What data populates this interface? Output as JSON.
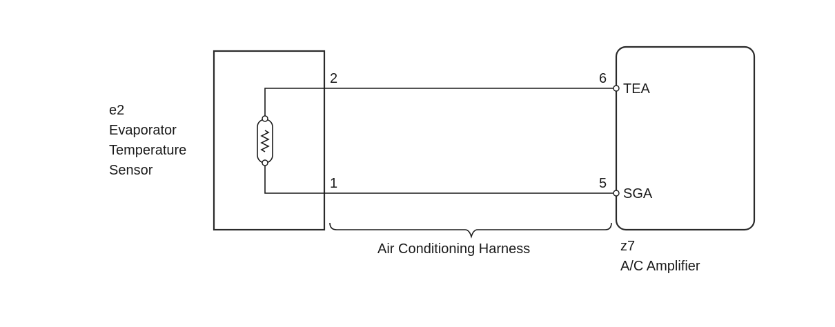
{
  "sensor": {
    "code": "e2",
    "name_lines": [
      "Evaporator",
      "Temperature",
      "Sensor"
    ],
    "pins": {
      "top": "2",
      "bottom": "1"
    }
  },
  "amplifier": {
    "code": "z7",
    "name": "A/C Amplifier",
    "pins": {
      "top": "6",
      "bottom": "5"
    },
    "terminals": {
      "top": "TEA",
      "bottom": "SGA"
    }
  },
  "harness": {
    "name": "Air Conditioning Harness"
  }
}
